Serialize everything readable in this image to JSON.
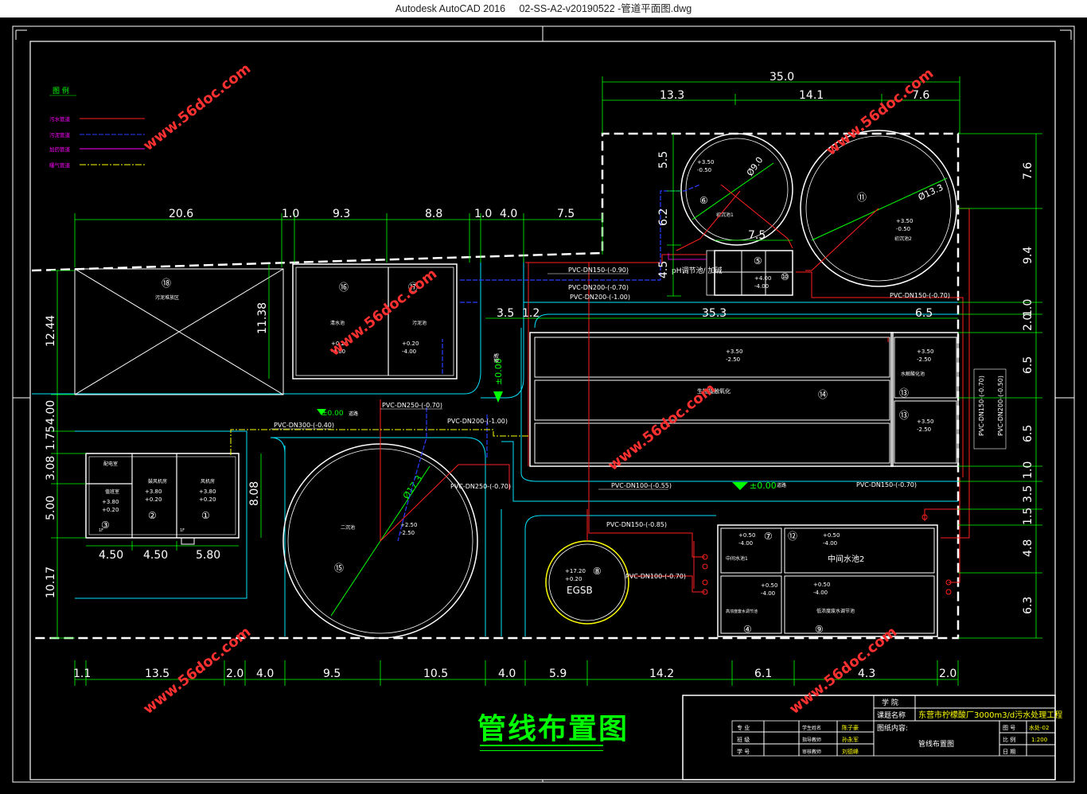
{
  "window": {
    "app_name": "Autodesk AutoCAD 2016",
    "file_name": "02-SS-A2-v20190522 -管道平面图.dwg"
  },
  "colors": {
    "bg": "#000000",
    "dim": "#00ff00",
    "frame": "#ffffff",
    "sewage": "#ff2020",
    "sludge": "#2a3cff",
    "dosing": "#ff00ff",
    "air": "#ffff00",
    "road": "#00e5ff",
    "watermark": "#ff3030"
  },
  "legend": {
    "title": "图 例",
    "items": [
      {
        "label": "污水管道",
        "color": "#ff2020"
      },
      {
        "label": "污泥管道",
        "color": "#2a3cff"
      },
      {
        "label": "加药管道",
        "color": "#ff00ff"
      },
      {
        "label": "曝气管道",
        "color": "#ffff00"
      }
    ]
  },
  "watermark": "www.56doc.com",
  "dims_top_right": [
    "35.0",
    "13.3",
    "14.1",
    "7.6"
  ],
  "dims_top_left": [
    "20.6",
    "1.0",
    "9.3",
    "8.8",
    "1.0",
    "4.0",
    "7.5"
  ],
  "dims_bottom": [
    "1.1",
    "13.5",
    "2.0",
    "4.0",
    "9.5",
    "10.5",
    "4.0",
    "5.9",
    "14.2",
    "6.1",
    "4.3",
    "2.0"
  ],
  "dims_right": [
    "7.6",
    "9.4",
    "1.0",
    "2.0",
    "6.5",
    "6.5",
    "1.0",
    "3.5",
    "1.5",
    "4.8",
    "6.3"
  ],
  "dims_left": [
    "12.44",
    "4.00",
    "1.75",
    "3.08",
    "5.00",
    "10.17"
  ],
  "dims_misc": {
    "d55": "5.5",
    "d62": "6.2",
    "d45": "4.5",
    "d75": "7.5",
    "d1138": "11.38",
    "d35": "3.5",
    "d12": "1.2",
    "d353": "35.3",
    "d65": "6.5",
    "d808": "8.08",
    "d450a": "4.50",
    "d450b": "4.50",
    "d580": "5.80"
  },
  "pipe_labels": {
    "p1": "PVC-DN150-(-0.90)",
    "p2": "PVC-DN200-(-0.70)",
    "p3": "PVC-DN200-(-1.00)",
    "p4": "PVC-DN150-(-0.70)",
    "p5": "PVC-DN250-(-0.70)",
    "p6": "PVC-DN200-(-1.00)",
    "p7": "PVC-DN300-(-0.40)",
    "p8": "PVC-DN250-(-0.70)",
    "p9": "PVC-DN100-(-0.55)",
    "p10": "PVC-DN150-(-0.70)",
    "p11": "PVC-DN150-(-0.85)",
    "p12": "PVC-DN100-(-0.70)",
    "p13": "PVC-DN150-(-0.70)",
    "p14": "PVC-DN200-(-0.50)"
  },
  "elevations": {
    "e1": "±0.00",
    "e2": "±0.00",
    "e3": "±0.00",
    "e6a": "+3.50",
    "e6b": "-0.50",
    "e11a": "+3.50",
    "e11b": "-0.50",
    "e14a": "+3.50",
    "e14b": "-2.50",
    "e13a": "+3.50",
    "e13b": "-2.50",
    "e13c": "+3.50",
    "e13d": "-2.50",
    "e16a": "+0.20",
    "e16b": "-4.00",
    "e17a": "+0.20",
    "e17b": "-4.00",
    "e15a": "+2.50",
    "e15b": "-2.50",
    "e8a": "+17.20",
    "e8b": "+0.20",
    "e7a": "+0.50",
    "e7b": "-4.00",
    "e12a": "+0.50",
    "e12b": "-4.00",
    "e4a": "+0.50",
    "e4b": "-4.00",
    "e9a": "+0.50",
    "e9b": "-4.00",
    "e10a": "+4.00",
    "e10b": "-4.00",
    "e3a": "+3.80",
    "e3b": "+0.20",
    "e2a": "+3.80",
    "e2b": "+0.20",
    "e1a": "+3.80",
    "e1b": "+0.20"
  },
  "structures": {
    "s18": "⑱",
    "s16": "⑯",
    "s17": "⑰",
    "s15": "⑮",
    "s14": "⑭",
    "s13a": "⑬",
    "s13b": "⑬",
    "s6": "⑥",
    "s11": "⑪",
    "s5": "⑤",
    "s10": "⑩",
    "s8": "⑧",
    "s7": "⑦",
    "s12": "⑫",
    "s4": "④",
    "s9": "⑨",
    "s3": "③",
    "s2": "②",
    "s1": "①",
    "egsb": "EGSB",
    "ph": "pH调节池/ 加碱",
    "d90": "Ø9.0",
    "d133": "Ø13.3",
    "d173": "Ø17.3",
    "n_sludge_yard": "污泥堆放区",
    "n_tank16": "清水池",
    "n_tank17": "污泥池",
    "n_tank15": "二沉池",
    "n_tank14": "生物接触氧化",
    "n_tank13": "水解酸化池",
    "n_tank6": "初沉池1",
    "n_tank11": "初沉池2",
    "n_tank12": "中间水池2",
    "n_tank7": "中间水池1",
    "n_tank4": "高浓度废水调节池",
    "n_tank9": "低浓度废水调节池",
    "n_room_a": "配电室",
    "n_room_b": "值班室",
    "n_room_c": "鼓风机房",
    "n_room_d": "风机房",
    "road_a": "道路",
    "road_b": "道路",
    "road_c": "道路",
    "floor_a": "1F",
    "floor_b": "1F"
  },
  "drawing_title": "管线布置图",
  "title_block": {
    "school_label": "学 院",
    "project_label": "课题名称",
    "project_value": "东营市柠檬酸厂3000m3/d污水处理工程",
    "content_label": "图纸内容:",
    "content_value": "管线布置图",
    "drawing_no_label": "图 号",
    "drawing_no_value": "水处-02",
    "scale_label": "比 例",
    "scale_value": "1:200",
    "date_label": "日 期",
    "major_label": "专 业",
    "class_label": "班 级",
    "student_id_label": "学 号",
    "student_label": "学生姓名",
    "student_value": "陈子豪",
    "advisor_label": "指导教师",
    "advisor_value": "孙永军",
    "reviewer_label": "审核教师",
    "reviewer_value": "刘德峰"
  }
}
